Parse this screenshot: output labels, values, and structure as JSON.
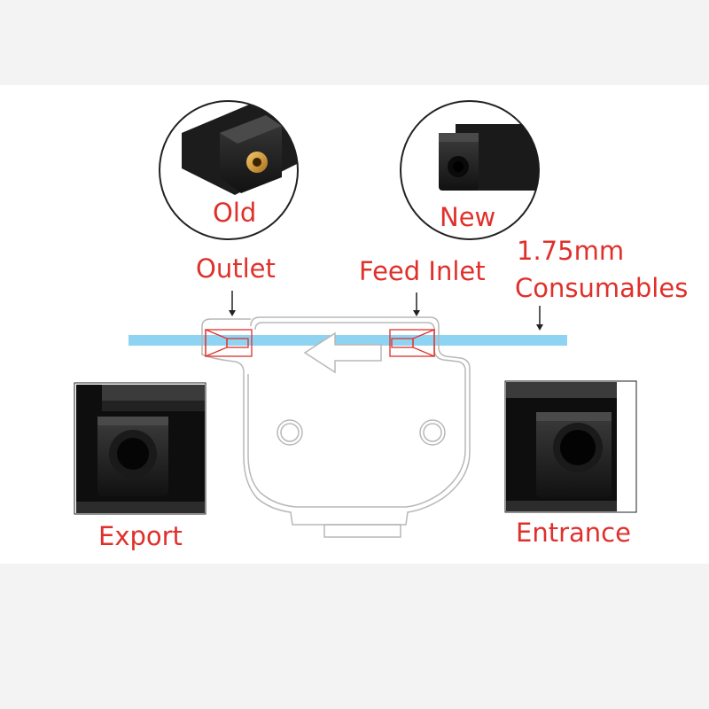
{
  "labels": {
    "old": "Old",
    "new": "New",
    "outlet": "Outlet",
    "feed_inlet": "Feed Inlet",
    "filament_size": "1.75mm",
    "filament_word": "Consumables",
    "export": "Export",
    "entrance": "Entrance"
  },
  "colors": {
    "label_red": "#e0302b",
    "filament_blue": "#8fd3f2",
    "part_black": "#1a1a1a",
    "outline_gray": "#b8b8b8"
  },
  "icons": [
    "old-module-photo",
    "new-module-photo",
    "export-port-photo",
    "entrance-port-photo",
    "direction-arrow-icon"
  ]
}
